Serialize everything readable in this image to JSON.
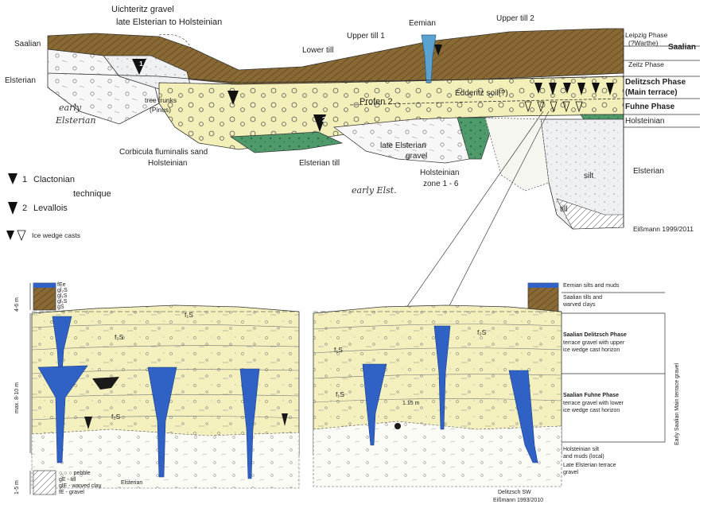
{
  "upper_section": {
    "labels": {
      "saalian_left": "Saalian",
      "elsterian_left": "Elsterian",
      "early_elsterian_1": "early",
      "early_elsterian_2": "Elsterian",
      "uichteritz_1": "Uichteritz gravel",
      "uichteritz_2": "late Elsterian to Holsteinian",
      "tree_trunks_1": "tree trunks",
      "tree_trunks_2": "(Pinus)",
      "lower_till": "Lower till",
      "upper_till_1": "Upper till 1",
      "eemian": "Eemian",
      "upper_till_2": "Upper till 2",
      "profen_2": "Profen 2",
      "edderitz_soil": "Edderitz soil(?)",
      "corbicula_1": "Corbicula fluminalis sand",
      "corbicula_2": "Holsteinian",
      "elsterian_till": "Elsterian till",
      "late_elsterian_gravel_1": "late Elsterian",
      "late_elsterian_gravel_2": "gravel",
      "early_elst": "early Elst.",
      "holsteinian_zone_1": "Holsteinian",
      "holsteinian_zone_2": "zone 1 - 6",
      "silt": "silt",
      "till": "till",
      "num_1": "1",
      "num_2": "2",
      "source": "Eißmann 1999/2011"
    },
    "phases": {
      "leipzig_1": "Leipzig Phase",
      "leipzig_2": "(?Warthe)",
      "saalian": "Saalian",
      "zeitz": "Zeitz Phase",
      "delitzsch_1": "Delitzsch Phase",
      "delitzsch_2": "(Main terrace)",
      "fuhne": "Fuhne Phase",
      "holsteinian": "Holsteinian",
      "elsterian": "Elsterian"
    }
  },
  "legend": {
    "item1_num": "1",
    "item1_label": "Clactonian",
    "technique": "technique",
    "item2_num": "2",
    "item2_label": "Levallois",
    "ice_wedge": "Ice wedge casts"
  },
  "lower_section": {
    "scale_left": "4-6 m",
    "scale_mid": "max. 8-10 m",
    "scale_bottom": "1-5 m",
    "column_codes": [
      "fEe",
      "gl₂S",
      "gl₁S",
      "gl₁S",
      "gS"
    ],
    "legend_lower": [
      {
        "symbol": "○ ○ ○",
        "label": "pebble"
      },
      {
        "symbol": "gE",
        "label": "- till"
      },
      {
        "symbol": "glE",
        "label": "- warved clay"
      },
      {
        "symbol": "fE",
        "label": "- gravel"
      }
    ],
    "elsterian": "Elsterian",
    "fS_labels": [
      "f₁S",
      "f₂S",
      "f₂S",
      "f₁S",
      "f₁S",
      "f₂S"
    ],
    "measure": "1.15 m",
    "source_1": "Delitzsch SW",
    "source_2": "Eißmann 1993/2010"
  },
  "right_column": {
    "eemian": "Eemian silts and muds",
    "saalian_tills_1": "Saalian tills and",
    "saalian_tills_2": "warved clays",
    "delitzsch_title": "Saalian Delitzsch Phase",
    "delitzsch_1": "terrace gravel with upper",
    "delitzsch_2": "ice wedge cast horizon",
    "fuhne_title": "Saalian Fuhne Phase",
    "fuhne_1": "terrace gravel with lower",
    "fuhne_2": "ice wedge cast horizon",
    "holst_1": "Holsteinian silt",
    "holst_2": "and muds (local)",
    "holst_3": "Late Elsterian terrace",
    "holst_4": "gravel",
    "vertical": "Early Saalian Main terrace gravel"
  },
  "colors": {
    "till_brown": "#8a6a34",
    "terrace_yellow": "#f0ecae",
    "ice_blue": "#2f62c4",
    "eemian_blue": "#5aa2d0",
    "holsteinian_green": "#4e9a6a",
    "outline": "#333333"
  }
}
